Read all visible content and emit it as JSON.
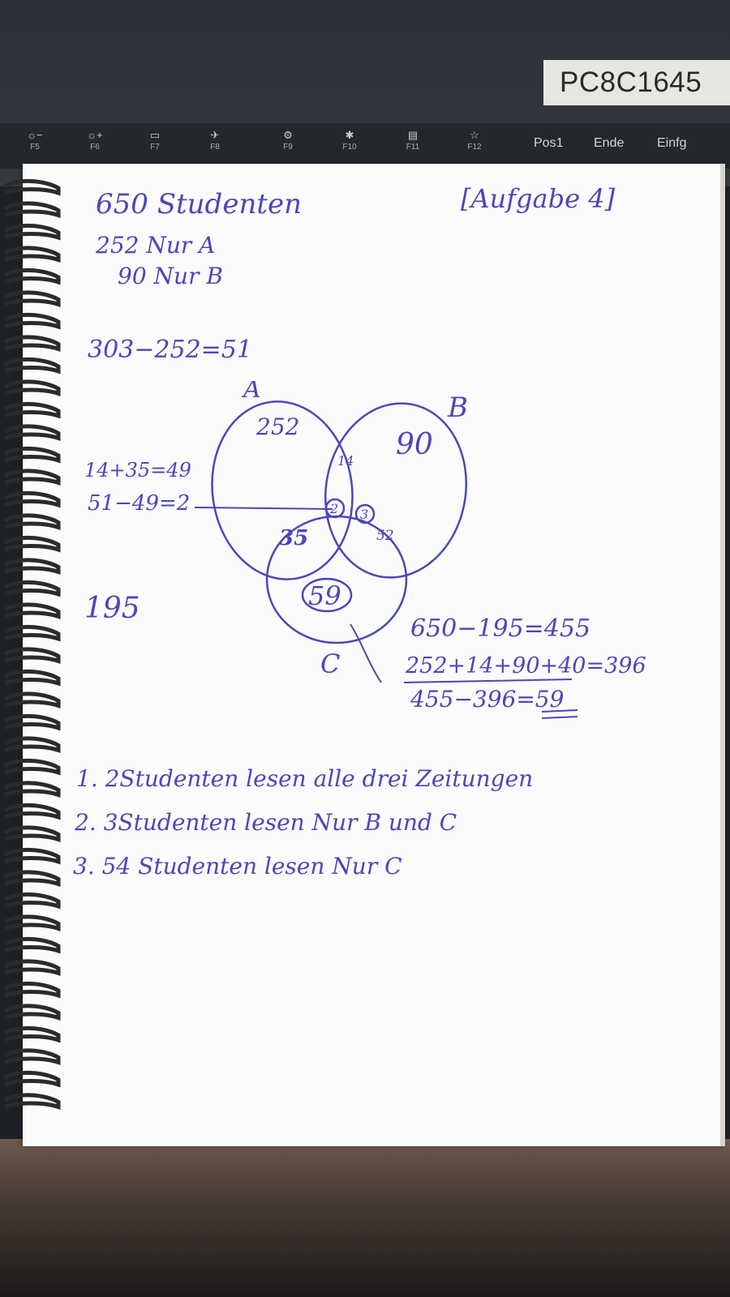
{
  "laptop": {
    "model_label": "PC8C1645",
    "function_keys": [
      {
        "glyph": "☼−",
        "label": "F5",
        "icon": "brightness-down-icon"
      },
      {
        "glyph": "☼+",
        "label": "F6",
        "icon": "brightness-up-icon"
      },
      {
        "glyph": "▭",
        "label": "F7",
        "icon": "display-switch-icon"
      },
      {
        "glyph": "✈",
        "label": "F8",
        "icon": "airplane-mode-icon"
      },
      {
        "glyph": "⚙",
        "label": "F9",
        "icon": "settings-icon"
      },
      {
        "glyph": "✱",
        "label": "F10",
        "icon": "bluetooth-icon"
      },
      {
        "glyph": "▤",
        "label": "F11",
        "icon": "keyboard-icon"
      },
      {
        "glyph": "☆",
        "label": "F12",
        "icon": "star-icon"
      }
    ],
    "word_keys": [
      "Pos1",
      "Ende",
      "Einfg"
    ]
  },
  "notes": {
    "title": "650 Studenten",
    "task_label": "[Aufgabe 4]",
    "line_only_a": "252 Nur A",
    "line_only_b": "90 Nur B",
    "calc_1": "303−252=51",
    "calc_2": "14+35=49",
    "calc_3": "51−49=2",
    "total_195": "195",
    "calc_4": "650−195=455",
    "calc_5": "252+14+90+40=396",
    "calc_6": "455−396=59",
    "answer_1": "1. 2Studenten lesen alle drei Zeitungen",
    "answer_2": "2. 3Studenten lesen Nur B und C",
    "answer_3": "3. 54 Studenten lesen Nur C"
  },
  "venn": {
    "label_a": "A",
    "label_b": "B",
    "label_c": "C",
    "only_a": "252",
    "only_b": "90",
    "ab": "14",
    "ac": "35",
    "abc": "2",
    "bc": "3",
    "bc_extra": "52",
    "only_c": "59"
  },
  "colors": {
    "ink": "#4b47b8",
    "paper": "#fbfbfb",
    "keyboard": "#23282c"
  }
}
